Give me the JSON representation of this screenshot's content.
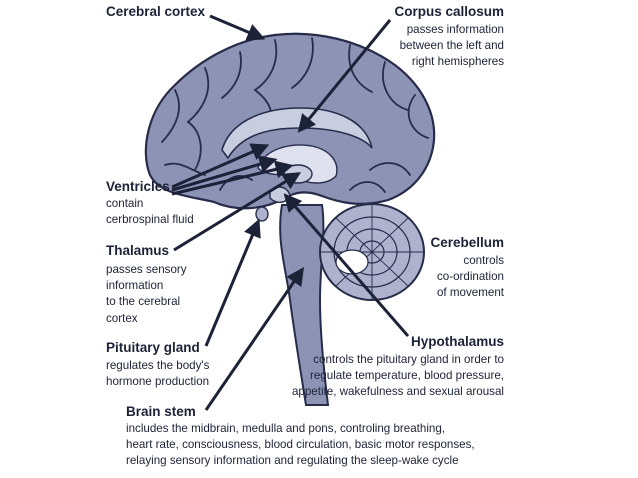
{
  "labels": {
    "cerebral_cortex": {
      "title": "Cerebral cortex"
    },
    "corpus_callosum": {
      "title": "Corpus callosum",
      "desc": "passes information\nbetween the left and\nright hemispheres"
    },
    "ventricles": {
      "title": "Ventricles",
      "desc": "contain\ncerbrospinal fluid"
    },
    "thalamus": {
      "title": "Thalamus",
      "desc": "passes sensory\ninformation\nto the cerebral\ncortex"
    },
    "cerebellum": {
      "title": "Cerebellum",
      "desc": "controls\nco-ordination\nof movement"
    },
    "pituitary_gland": {
      "title": "Pituitary gland",
      "desc": "regulates the body's\nhormone production"
    },
    "hypothalamus": {
      "title": "Hypothalamus",
      "desc": "controls the pituitary gland in order to\nregulate temperature, blood pressure,\nappetite, wakefulness and sexual arousal"
    },
    "brain_stem": {
      "title": "Brain stem",
      "desc": "includes the midbrain, medulla and pons, controling breathing,\nheart rate, consciousness, blood circulation, basic motor responses,\nrelaying sensory information and regulating the sleep-wake cycle"
    }
  },
  "colors": {
    "brain_fill": "#8d93b5",
    "brain_outline": "#262c4a",
    "inner_fill": "#c9cde0",
    "arrow": "#1c2237"
  }
}
